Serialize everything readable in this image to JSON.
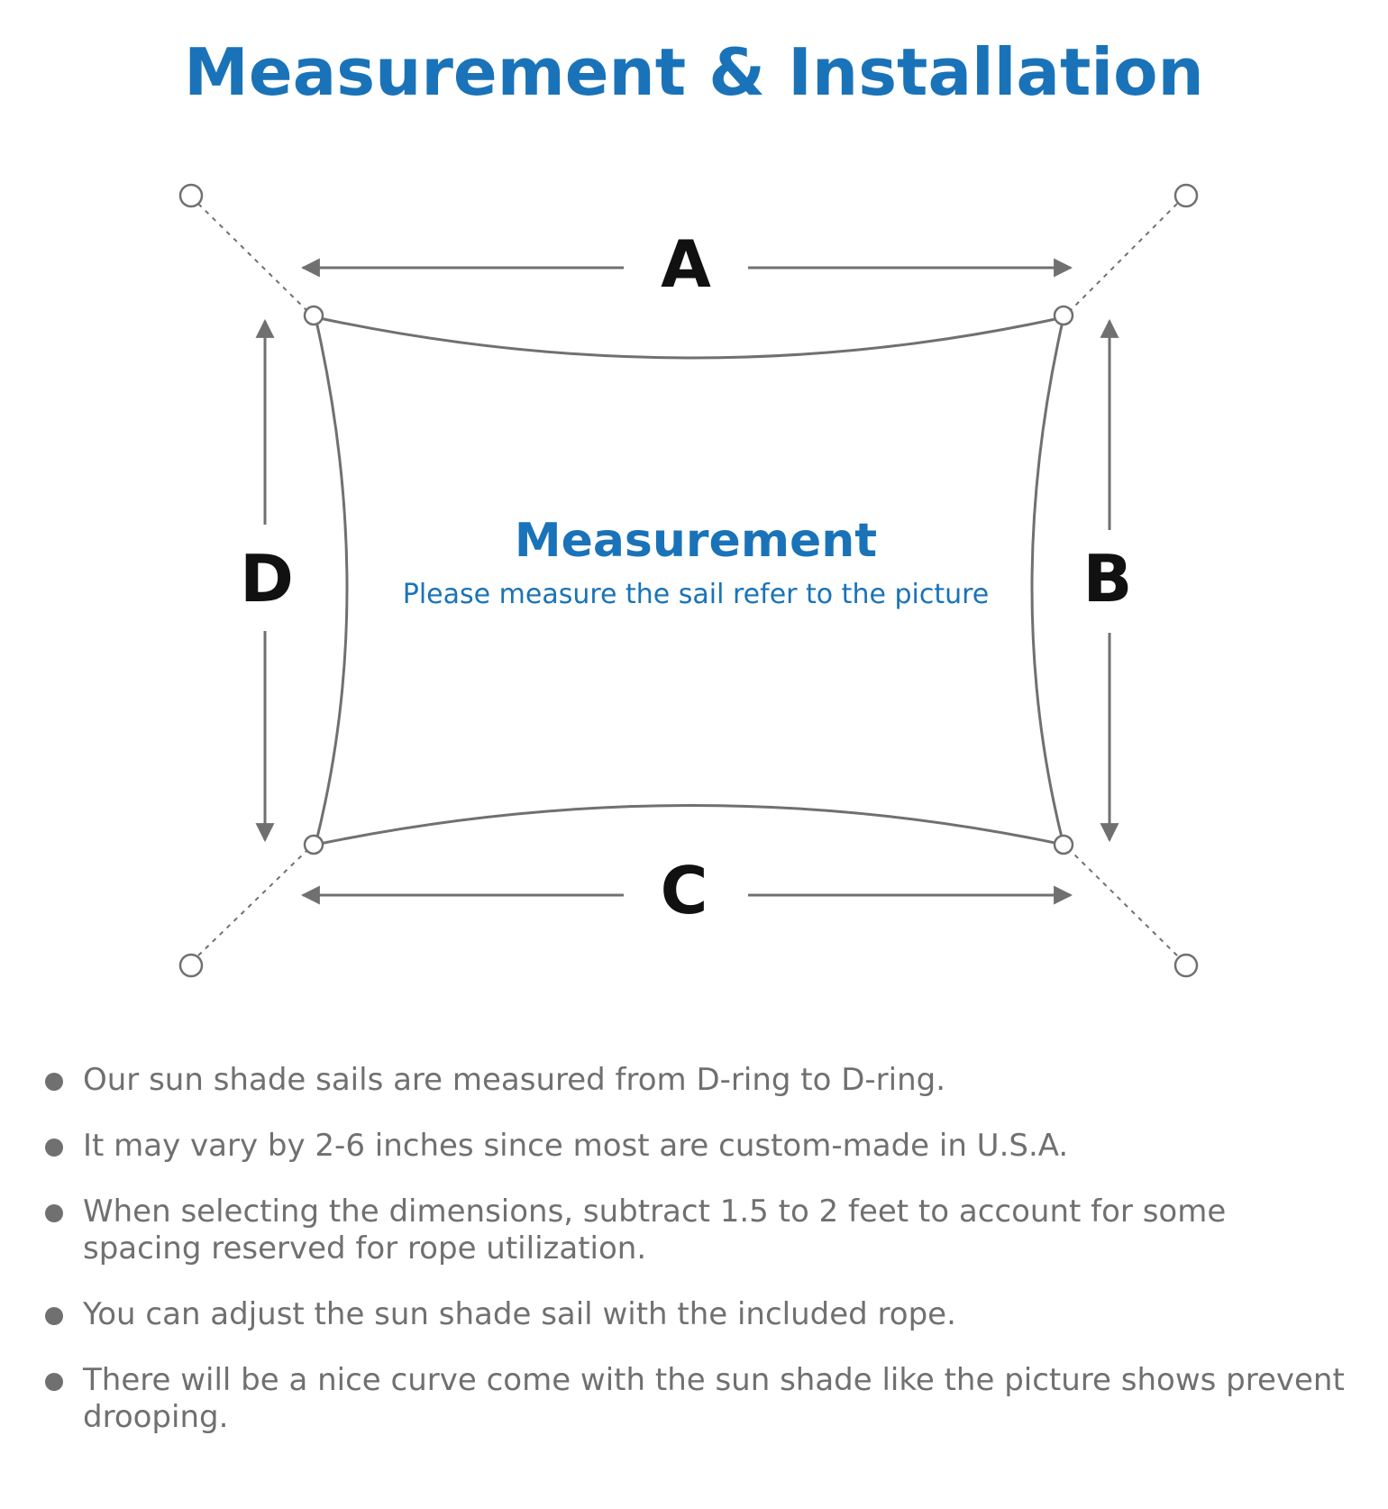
{
  "title": "Measurement & Installation",
  "diagram": {
    "labels": {
      "top": "A",
      "right": "B",
      "bottom": "C",
      "left": "D"
    },
    "center_title": "Measurement",
    "center_subtitle": "Please measure the sail refer to the picture"
  },
  "notes": [
    "Our sun shade sails are measured from D-ring to D-ring.",
    "It may vary by 2-6 inches since most are custom-made in U.S.A.",
    "When selecting the dimensions, subtract 1.5 to 2 feet to account for some spacing reserved for rope utilization.",
    "You can adjust the sun shade sail with the included rope.",
    "There will be a nice curve come with the sun shade like the picture shows prevent drooping."
  ],
  "colors": {
    "accent": "#1a73b8",
    "line": "#707070",
    "text": "#707070"
  }
}
